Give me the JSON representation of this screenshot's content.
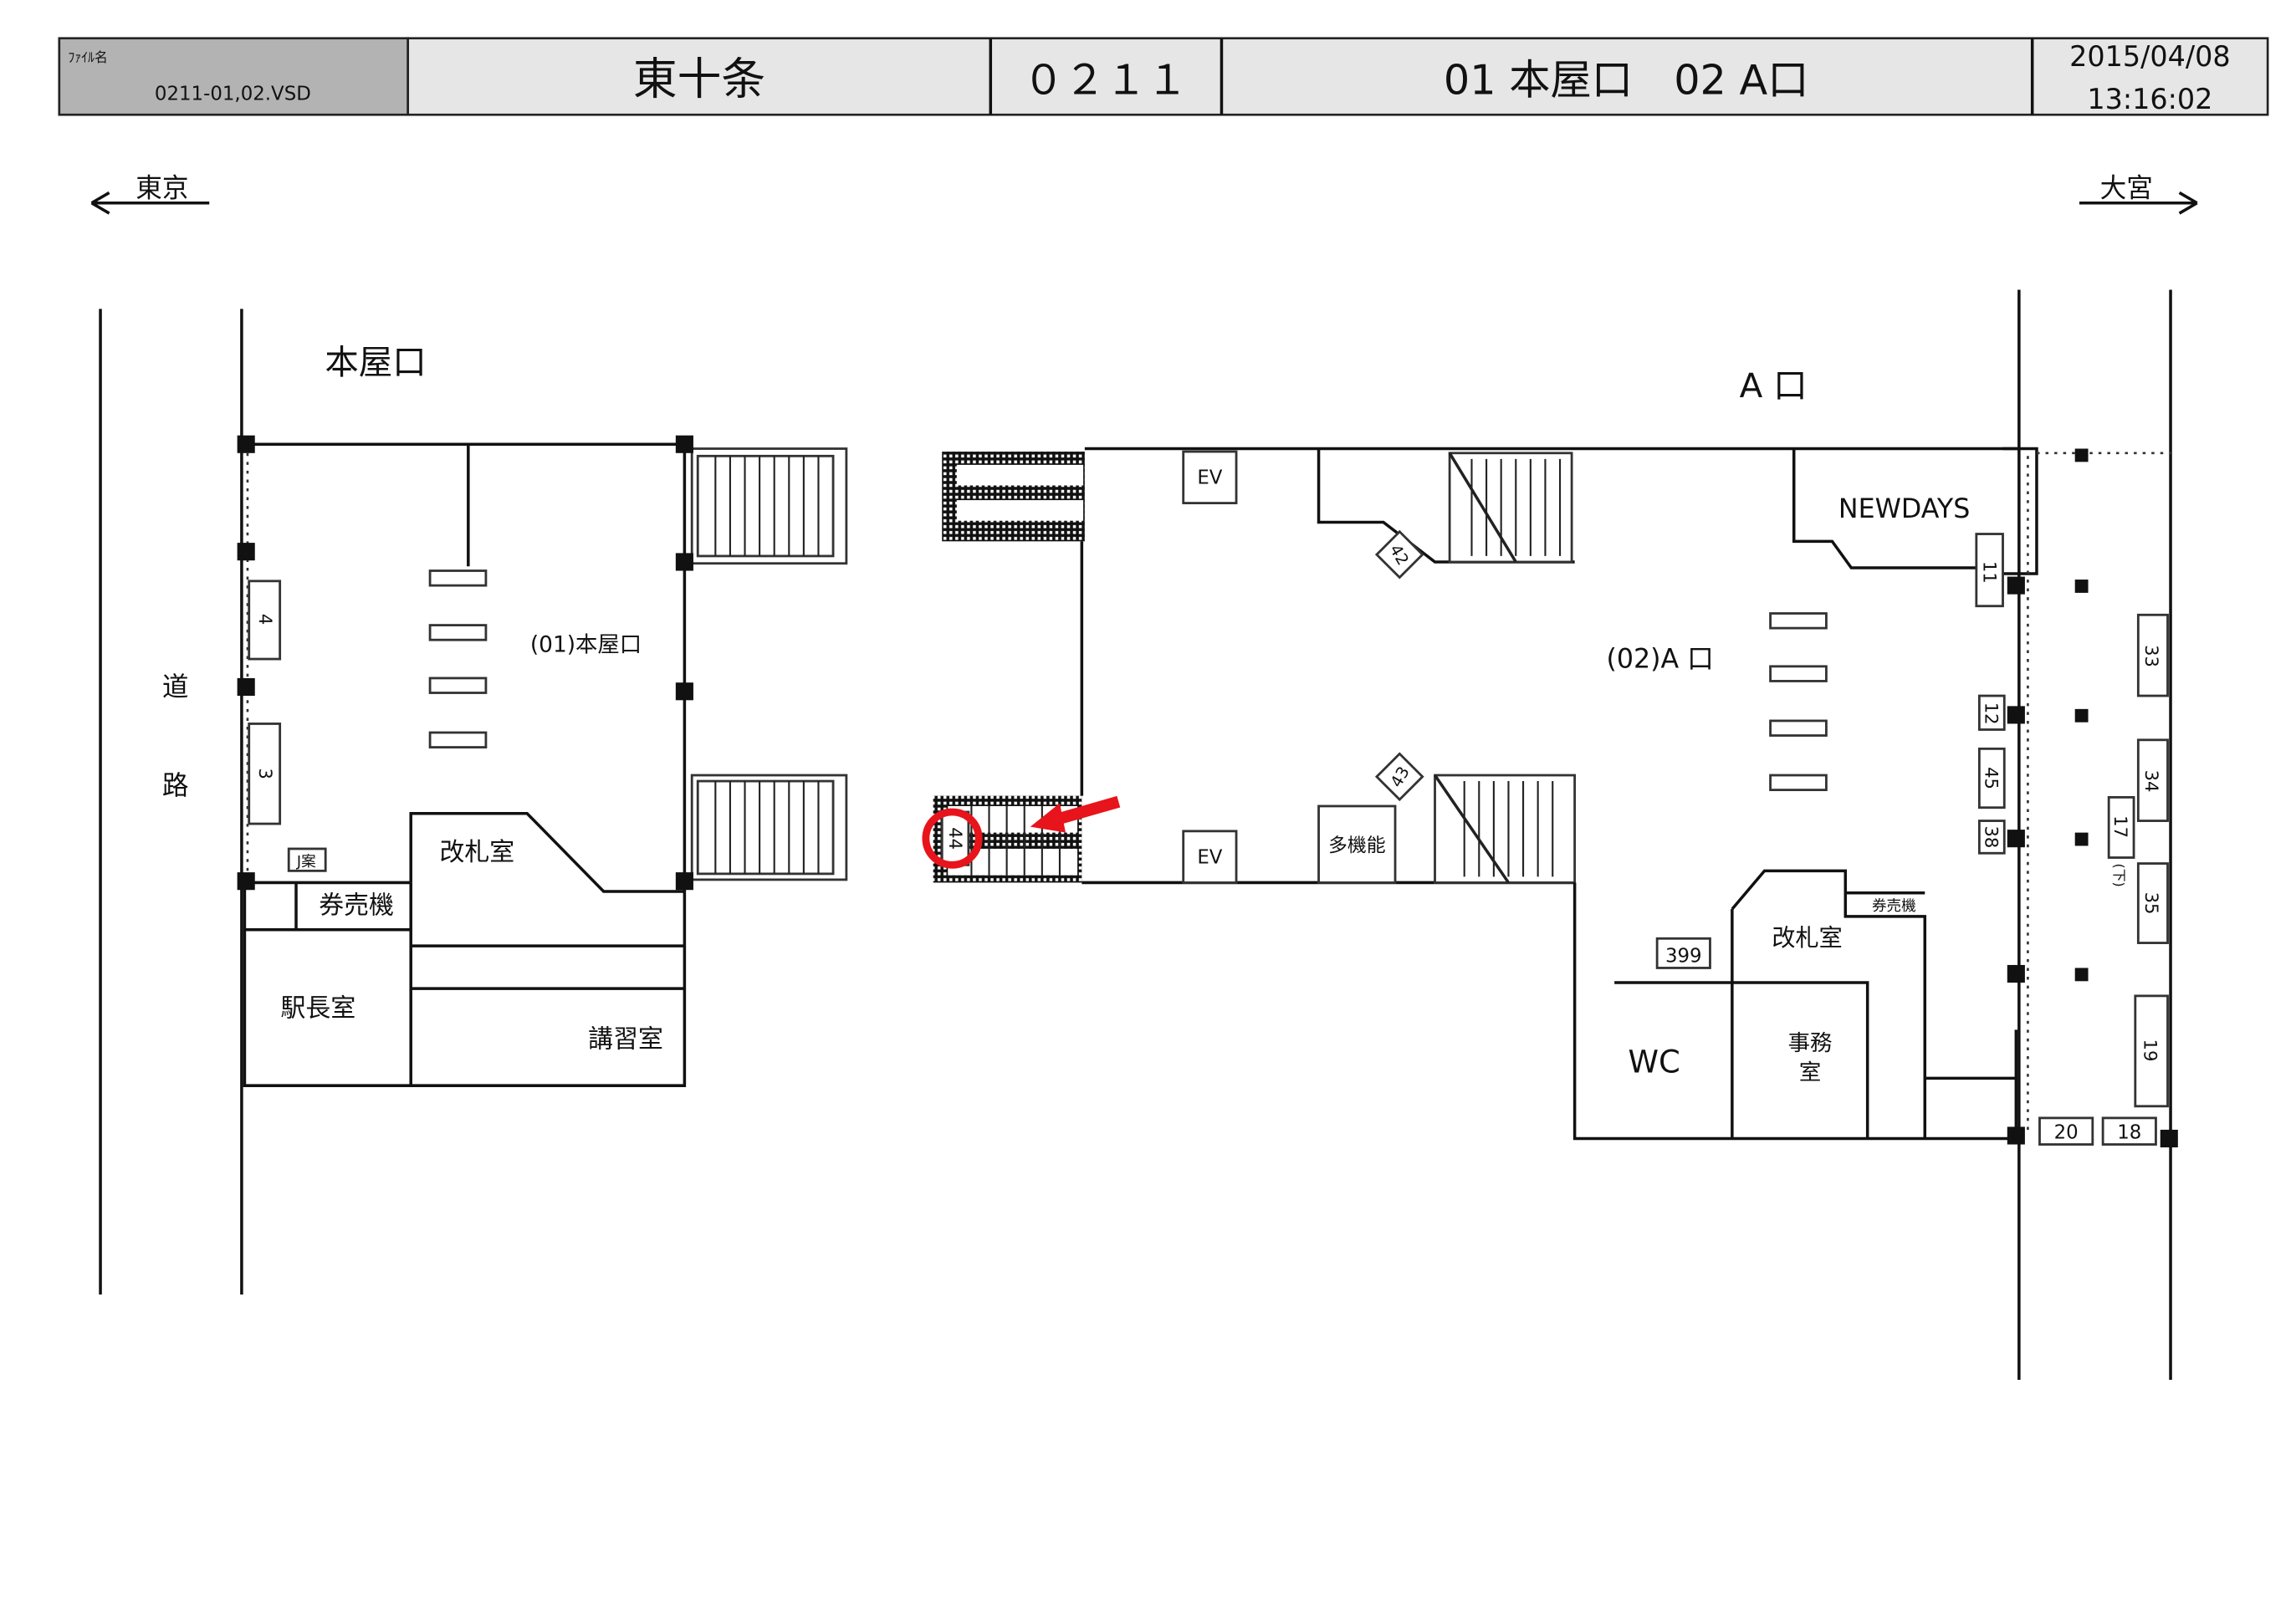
{
  "header": {
    "file_label": "ﾌｧｲﾙ名",
    "file_name": "0211-01,02.VSD",
    "station": "東十条",
    "code": "０２１１",
    "exits": "01 本屋口　02 A口",
    "date": "2015/04/08",
    "time": "13:16:02"
  },
  "directions": {
    "left": "東京",
    "right": "大宮"
  },
  "left_area": {
    "title": "本屋口",
    "gate_label": "(01)本屋口",
    "road": [
      "道",
      "路"
    ],
    "boxes": [
      "4",
      "3"
    ],
    "jan": "J案",
    "ticket": "券売機",
    "gate_room": "改札室",
    "master_room": "駅長室",
    "lecture_room": "講習室"
  },
  "middle_area": {
    "ev": "EV",
    "multi": "多機能",
    "stairs": [
      "42",
      "43",
      "44"
    ]
  },
  "right_area": {
    "title": "A 口",
    "gate_label": "(02)A 口",
    "shop": "NEWDAYS",
    "boxes_inner": [
      "11",
      "12",
      "45",
      "38"
    ],
    "boxes_outer": [
      "33",
      "34",
      "17",
      "35",
      "19",
      "20",
      "18"
    ],
    "down_note": "(下)",
    "ticket": "券売機",
    "gate_room": "改札室",
    "box399": "399",
    "wc": "WC",
    "office": [
      "事務",
      "室"
    ]
  },
  "highlight": {
    "color": "#e8141b",
    "target": "44"
  }
}
